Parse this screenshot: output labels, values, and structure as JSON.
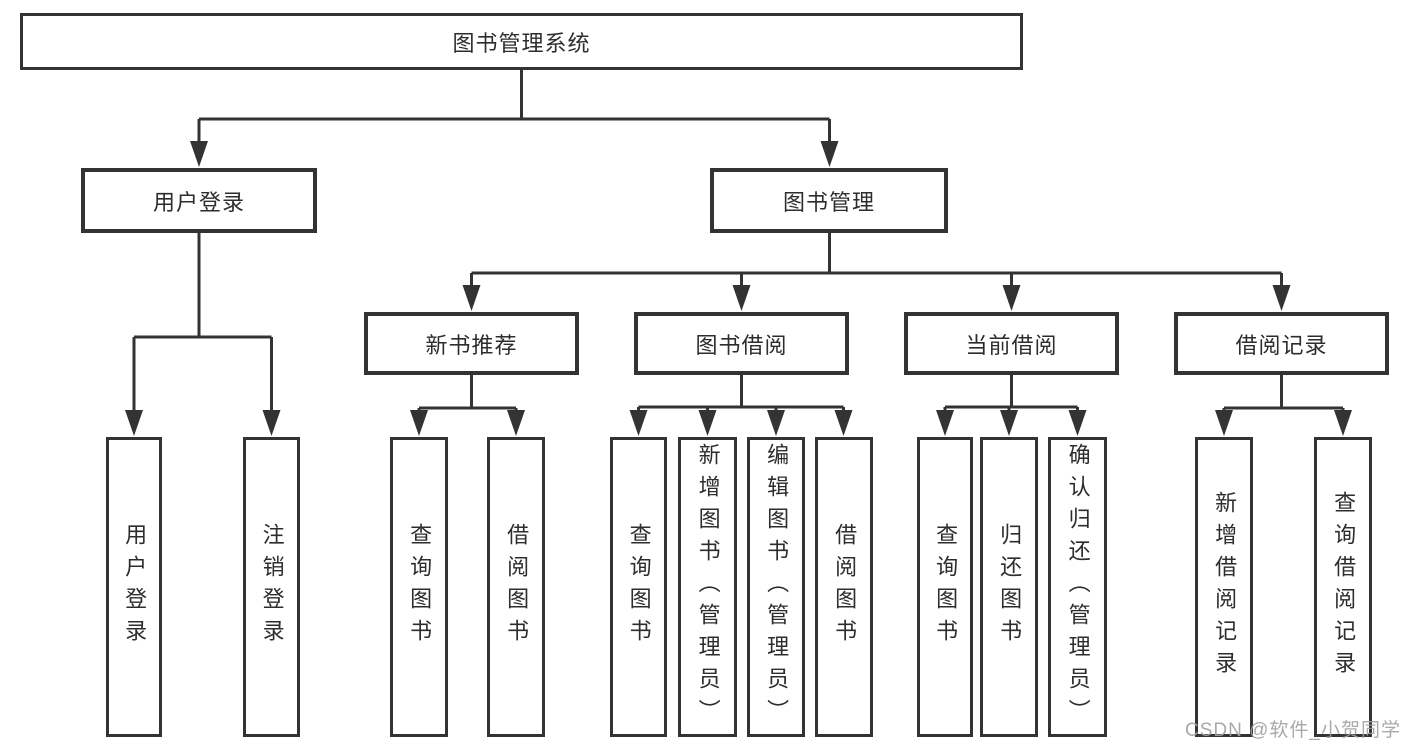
{
  "title": "图书管理系统",
  "watermark": "CSDN @软件_小贺同学",
  "colors": {
    "line": "#333333",
    "border": "#333333",
    "text": "#2d2d2d",
    "background": "#ffffff",
    "watermark": "#a2a2a2"
  },
  "nodes": {
    "userLogin": {
      "label": "用户登录",
      "leaves": [
        "用户登录",
        "注销登录"
      ]
    },
    "bookMgmt": {
      "label": "图书管理"
    },
    "newBooks": {
      "label": "新书推荐",
      "leaves": [
        "查询图书",
        "借阅图书"
      ]
    },
    "borrow": {
      "label": "图书借阅",
      "leaves": [
        "查询图书",
        "新增图书（管理员）",
        "编辑图书（管理员）",
        "借阅图书"
      ]
    },
    "current": {
      "label": "当前借阅",
      "leaves": [
        "查询图书",
        "归还图书",
        "确认归还（管理员）"
      ]
    },
    "records": {
      "label": "借阅记录",
      "leaves": [
        "新增借阅记录",
        "查询借阅记录"
      ]
    }
  }
}
